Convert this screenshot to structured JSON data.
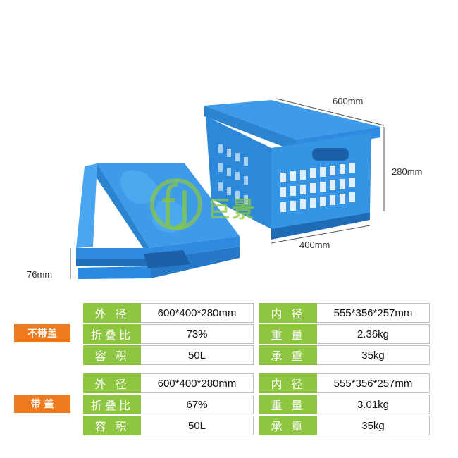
{
  "dimensions": {
    "length": "600mm",
    "height": "280mm",
    "width": "400mm",
    "folded_height": "76mm"
  },
  "brand": {
    "name": "巨景"
  },
  "colors": {
    "accent_green": "#8dc63f",
    "tag_orange": "#ee7a1d",
    "crate_blue": "#2b8fe0"
  },
  "tables": [
    {
      "tag": "不带盖",
      "rows": [
        {
          "k1": "外 径",
          "v1": "600*400*280mm",
          "k2": "内 径",
          "v2": "555*356*257mm"
        },
        {
          "k1": "折叠比",
          "v1": "73%",
          "k2": "重 量",
          "v2": "2.36kg"
        },
        {
          "k1": "容 积",
          "v1": "50L",
          "k2": "承 重",
          "v2": "35kg"
        }
      ]
    },
    {
      "tag": "带 盖",
      "rows": [
        {
          "k1": "外 径",
          "v1": "600*400*280mm",
          "k2": "内 径",
          "v2": "555*356*257mm"
        },
        {
          "k1": "折叠比",
          "v1": "67%",
          "k2": "重 量",
          "v2": "3.01kg"
        },
        {
          "k1": "容 积",
          "v1": "50L",
          "k2": "承 重",
          "v2": "35kg"
        }
      ]
    }
  ]
}
